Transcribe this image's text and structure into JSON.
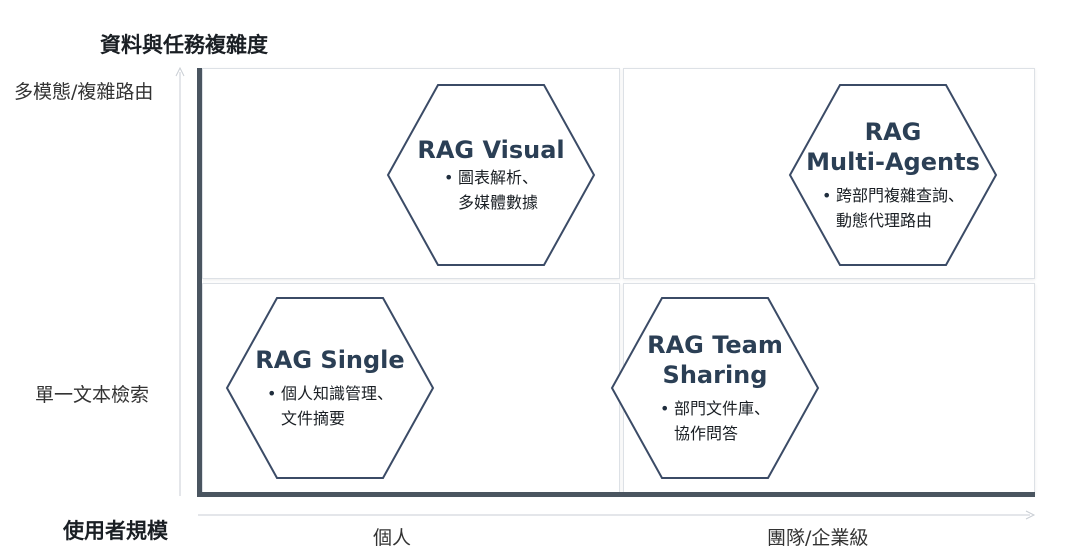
{
  "axes": {
    "y_title": "資料與任務複雜度",
    "x_title": "使用者規模",
    "y_ticks": {
      "high": "多模態/複雜路由",
      "low": "單一文本檢索"
    },
    "x_ticks": {
      "left": "個人",
      "right": "團隊/企業級"
    }
  },
  "quadrants": {
    "top_left": {
      "title": "RAG Visual",
      "bullet": "•",
      "desc": "圖表解析、\n多媒體數據"
    },
    "top_right": {
      "title": "RAG\nMulti-Agents",
      "bullet": "•",
      "desc": "跨部門複雜查詢、\n動態代理路由"
    },
    "bottom_left": {
      "title": "RAG Single",
      "bullet": "•",
      "desc": "個人知識管理、\n文件摘要"
    },
    "bottom_right": {
      "title": "RAG Team\nSharing",
      "bullet": "•",
      "desc": "部門文件庫、\n協作問答"
    }
  },
  "colors": {
    "axis": "#4a5560",
    "hex_stroke": "#3b4b66",
    "title": "#2b3f55"
  }
}
